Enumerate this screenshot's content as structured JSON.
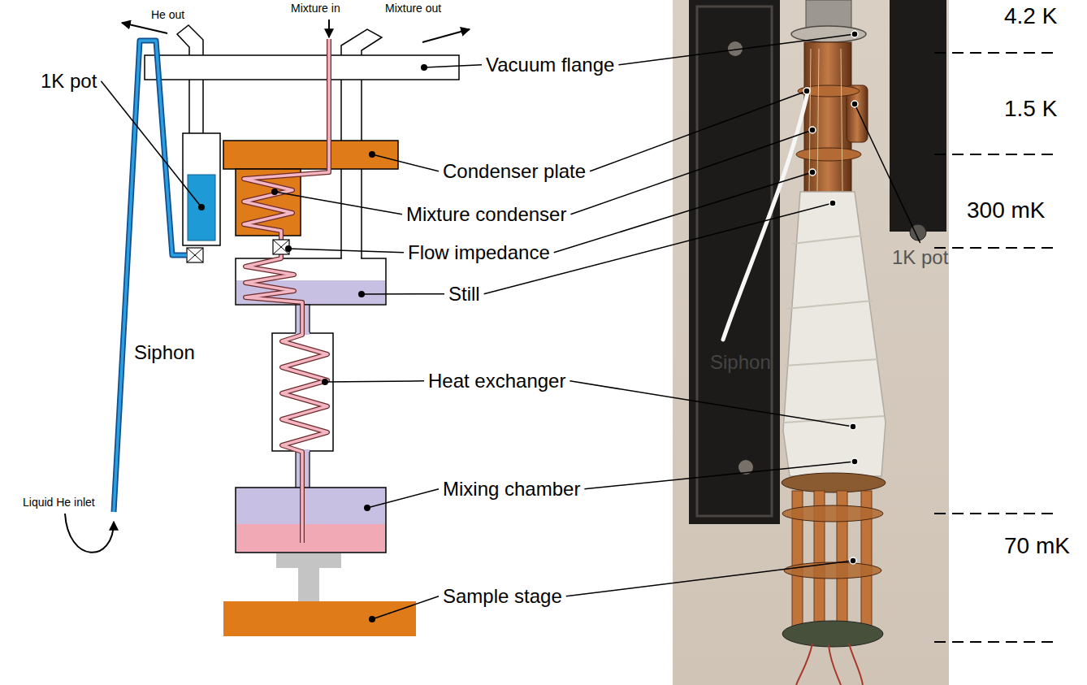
{
  "diagram": {
    "labels": [
      "He out",
      "Mixture in",
      "Mixture out",
      "Vacuum flange",
      "1K pot",
      "Condenser plate",
      "Siphon",
      "Mixture condenser",
      "Flow impedance",
      "Still",
      "Heat exchanger",
      "Mixing chamber",
      "Liquid He inlet",
      "Sample stage",
      "4.2 K",
      "1.5 K",
      "300 mK",
      "1K pot",
      "Siphon",
      "70 mK"
    ]
  }
}
